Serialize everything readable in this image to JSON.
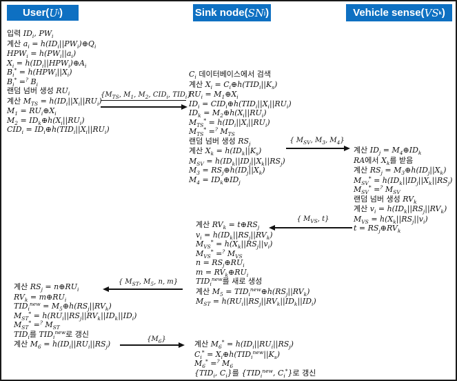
{
  "lanes": [
    {
      "id": "user",
      "label": "User(*U*_{i})"
    },
    {
      "id": "sink",
      "label": "Sink node(*SN*_{j})"
    },
    {
      "id": "vehicle",
      "label": "Vehicle sense(*VS*_{k})"
    }
  ],
  "blocks": [
    {
      "id": "user-step-1",
      "lane": "user",
      "lines": [
        "입력 ID_{i}, PW_{i}",
        "계산 a_{i} = h(ID_{i}||PW_{i})⊕Q_{i}",
        "HPW_{i} = h(PW_{i}||a_{i})",
        "X_{i} = h(ID_{i}||HPW_{i})⊕A_{i}",
        "B_{i}^{*} = h(HPW_{i}||X_{i})",
        "B_{i}^{*} =^{?} B_{i}",
        "랜덤 넘버 생성 RU_{i}",
        "계산 M_{TS} = h(ID_{i}||X_{i}||RU_{i})",
        "M_{1} = RU_{i}⊕X_{i}",
        "M_{2} = ID_{k}⊕h(X_{i}||RU_{i})",
        "CID_{i} = ID_{i}⊕h(TID_{i}||X_{i}||RU_{i})"
      ]
    },
    {
      "id": "sink-step-1",
      "lane": "sink",
      "lines": [
        "C_{i} 데이터베이스에서 검색",
        "계산 X_{i} = C_{i}⊕h(TID_{i}||K_{s})",
        "RU_{i} = M_{1}⊕X_{i}",
        "ID_{i} = CID_{i}⊕h(TID_{i}||X_{i}||RU_{i})",
        "ID_{k} = M_{2}⊕h(X_{i}||RU_{i})",
        "M_{TS}^{*} = h(ID_{i}||X_{i}||RU_{i})",
        "M_{TS}^{*} =^{?} M_{TS}",
        "랜덤 넘버 생성 RS_{j}",
        "계산 X_{k} = h(ID_{k}||K_{s})",
        "M_{SV} = h(ID_{k}||ID_{j}||X_{k}||RS_{j})",
        "M_{3} = RS_{j}⊕h(ID_{j}||X_{k})",
        "M_{4} = ID_{k}⊕ID_{j}"
      ]
    },
    {
      "id": "vehicle-step-1",
      "lane": "vehicle",
      "lines": [
        "계산 ID_{j} = M_{4}⊕ID_{k}",
        "RA에서 X_{k}를 받음",
        "계산 RS_{j} = M_{3}⊕h(ID_{j}||X_{k})",
        "M_{SV}^{*} = h(ID_{k}||ID_{j}||X_{k}||RS_{j})",
        "M_{SV}^{*} =^{?} M_{SV}",
        "랜덤 넘버 생성 RV_{k}",
        "계산 v_{i} = h(ID_{k}||RS_{j}||RV_{k})",
        "M_{VS} = h(X_{k}||RS_{j}||v_{i})",
        "t = RS_{j}⊕RV_{k}"
      ]
    },
    {
      "id": "sink-step-2",
      "lane": "sink",
      "lines": [
        "계산 RV_{k} = t⊕RS_{j}",
        "v_{i} = h(ID_{k}||RS_{j}||RV_{k})",
        "M_{VS}^{*} = h(X_{k}||RS_{j}||v_{i})",
        "M_{VS}^{*} =^{?} M_{VS}",
        "n = RS_{j}⊕RU_{i}",
        "m = RV_{k}⊕RU_{i}",
        "TID_{i}^{new}를 새로 생성",
        "계산 M_{5} = TID_{i}^{new}⊕h(RS_{j}||RV_{k})",
        "M_{ST} = h(RU_{i}||RS_{j}||RV_{k}||ID_{k}||ID_{i})"
      ]
    },
    {
      "id": "user-step-2",
      "lane": "user",
      "lines": [
        "계산 RS_{j} = n⊕RU_{i}",
        "RV_{k} = m⊕RU_{i}",
        "TID_{i}^{new} = M_{5}⊕h(RS_{j}||RV_{k})",
        "M_{ST}^{*} = h(RU_{i}||RS_{j}||RV_{k}||ID_{k}||ID_{i})",
        "M_{ST}^{*} =^{?} M_{ST}",
        "TID_{i}를 TID_{i}^{new}로 갱신",
        "계산 M_{6} = h(ID_{i}||RU_{i}||RS_{j})"
      ]
    },
    {
      "id": "sink-step-3",
      "lane": "sink",
      "lines": [
        "계산 M_{6}^{*} = h(ID_{i}||RU_{i}||RS_{j})",
        "C_{i}^{*} = X_{i}⊕h(TID_{i}^{new}||K_{s})",
        "M_{6}^{*} =^{?} M_{6}",
        "{TID_{i}, C_{i}}를 {TID_{i}^{new}, C_{i}^{*}}로 갱신"
      ]
    }
  ],
  "messages": [
    {
      "id": "msg-1",
      "from": "user",
      "to": "sink",
      "direction": "right",
      "label": "{M_{TS}, M_{1}, M_{2}, CID_{i}, TID_{i}}"
    },
    {
      "id": "msg-2",
      "from": "sink",
      "to": "vehicle",
      "direction": "right",
      "label": "{ M_{SV}, M_{3}, M_{4}}"
    },
    {
      "id": "msg-3",
      "from": "vehicle",
      "to": "sink",
      "direction": "left",
      "label": "{ M_{VS}, t}"
    },
    {
      "id": "msg-4",
      "from": "sink",
      "to": "user",
      "direction": "left",
      "label": "{ M_{ST}, M_{5}, n, m}"
    },
    {
      "id": "msg-5",
      "from": "user",
      "to": "sink",
      "direction": "right",
      "label": "{M_{6}}"
    }
  ],
  "colors": {
    "header_bg": "#0e70c2",
    "header_text": "#ffffff",
    "text": "#121212",
    "arrow": "#121212",
    "border": "#1a1a1a",
    "background": "#ffffff"
  }
}
